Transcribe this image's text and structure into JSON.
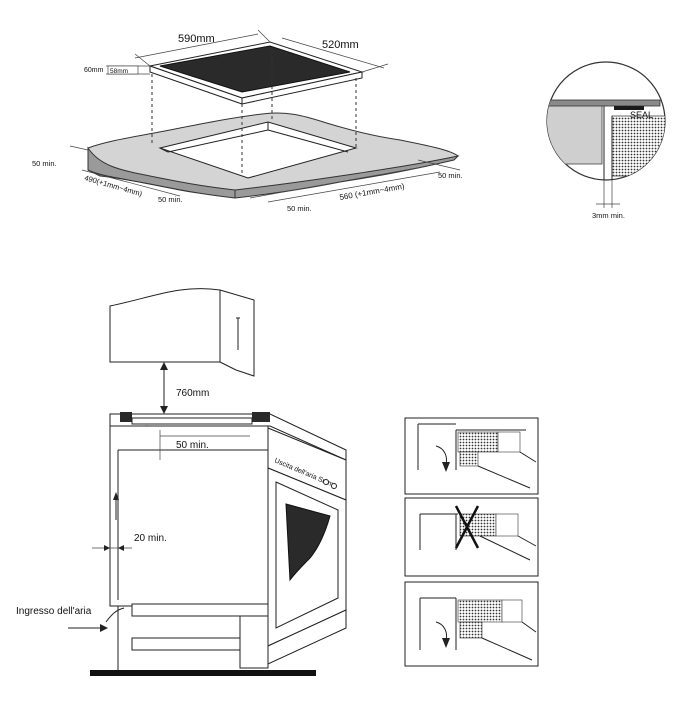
{
  "colors": {
    "line": "#222222",
    "surface_grey": "#d4d4d4",
    "hob_glass": "#2a2a2a",
    "background": "#ffffff"
  },
  "hob_dimensions": {
    "width": "590mm",
    "depth": "520mm",
    "height_total": "60mm",
    "height_body": "58mm"
  },
  "cutout_dimensions": {
    "clear_left": "50 min.",
    "depth": "490(+1mm~4mm)",
    "clear_front_left": "50 min.",
    "clear_front": "50 min.",
    "width": "560  (+1mm~4mm)",
    "clear_right": "50 min."
  },
  "seal_detail": {
    "label": "SEAL",
    "gap": "3mm min."
  },
  "installation": {
    "height_above": "760mm",
    "rear_clearance": "50 min.",
    "side_clearance": "20 min.",
    "air_inlet": "Ingresso dell'aria",
    "oven_brand": "Uscita dell'aria Smm"
  }
}
